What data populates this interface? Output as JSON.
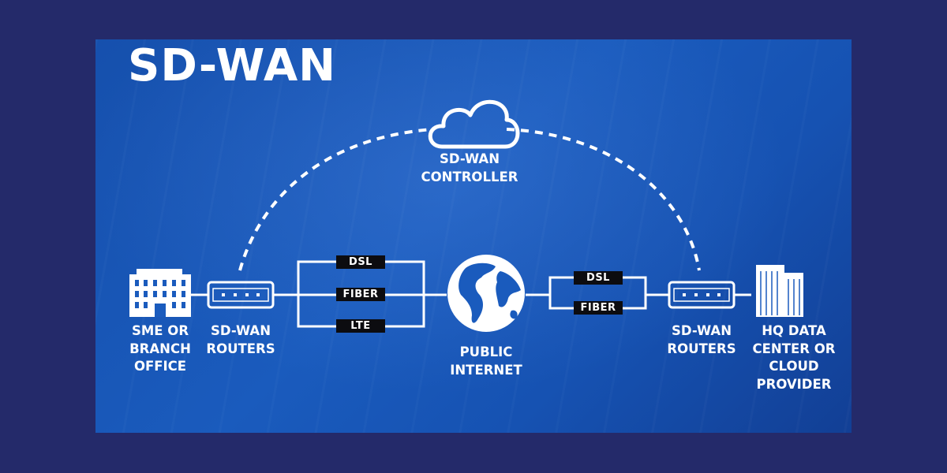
{
  "title": "SD-WAN",
  "colors": {
    "background": "#242a6a",
    "panel": "#1a5bbd",
    "lines": "#ffffff",
    "link_tag": "#0c0c10"
  },
  "nodes": {
    "branch_office": {
      "label": "SME OR\nBRANCH\nOFFICE",
      "icon": "building-icon"
    },
    "left_routers": {
      "label": "SD-WAN\nROUTERS",
      "icon": "router-icon"
    },
    "controller": {
      "label": "SD-WAN\nCONTROLLER",
      "icon": "cloud-icon"
    },
    "internet": {
      "label": "PUBLIC\nINTERNET",
      "icon": "globe-icon"
    },
    "right_routers": {
      "label": "SD-WAN\nROUTERS",
      "icon": "router-icon"
    },
    "hq": {
      "label": "HQ DATA\nCENTER OR\nCLOUD\nPROVIDER",
      "icon": "skyscraper-icon"
    }
  },
  "left_links": [
    "DSL",
    "FIBER",
    "LTE"
  ],
  "right_links": [
    "DSL",
    "FIBER"
  ]
}
